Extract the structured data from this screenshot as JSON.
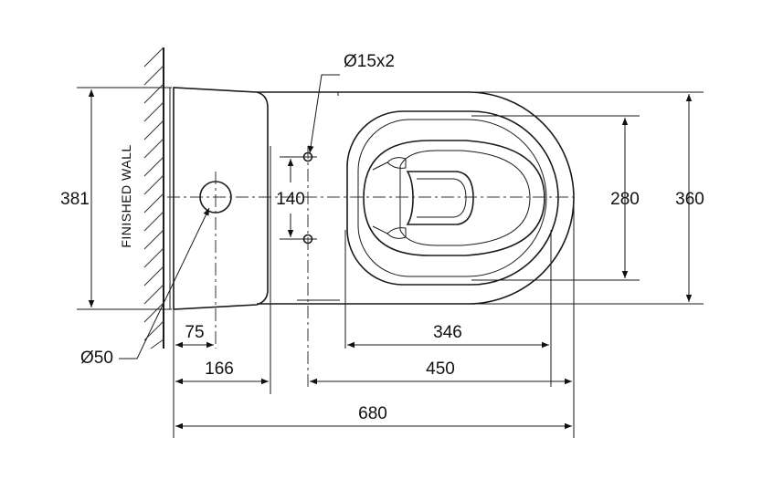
{
  "wall_label": "FINISHED WALL",
  "dimensions": {
    "overall_length": "680",
    "pan_length": "450",
    "wall_to_holes": "166",
    "wall_to_waste": "75",
    "bowl_length": "346",
    "overall_width": "360",
    "bowl_width": "280",
    "hole_spacing": "140",
    "cistern_width": "381",
    "fixing_holes": "Ø15x2",
    "waste_diameter": "Ø50"
  }
}
